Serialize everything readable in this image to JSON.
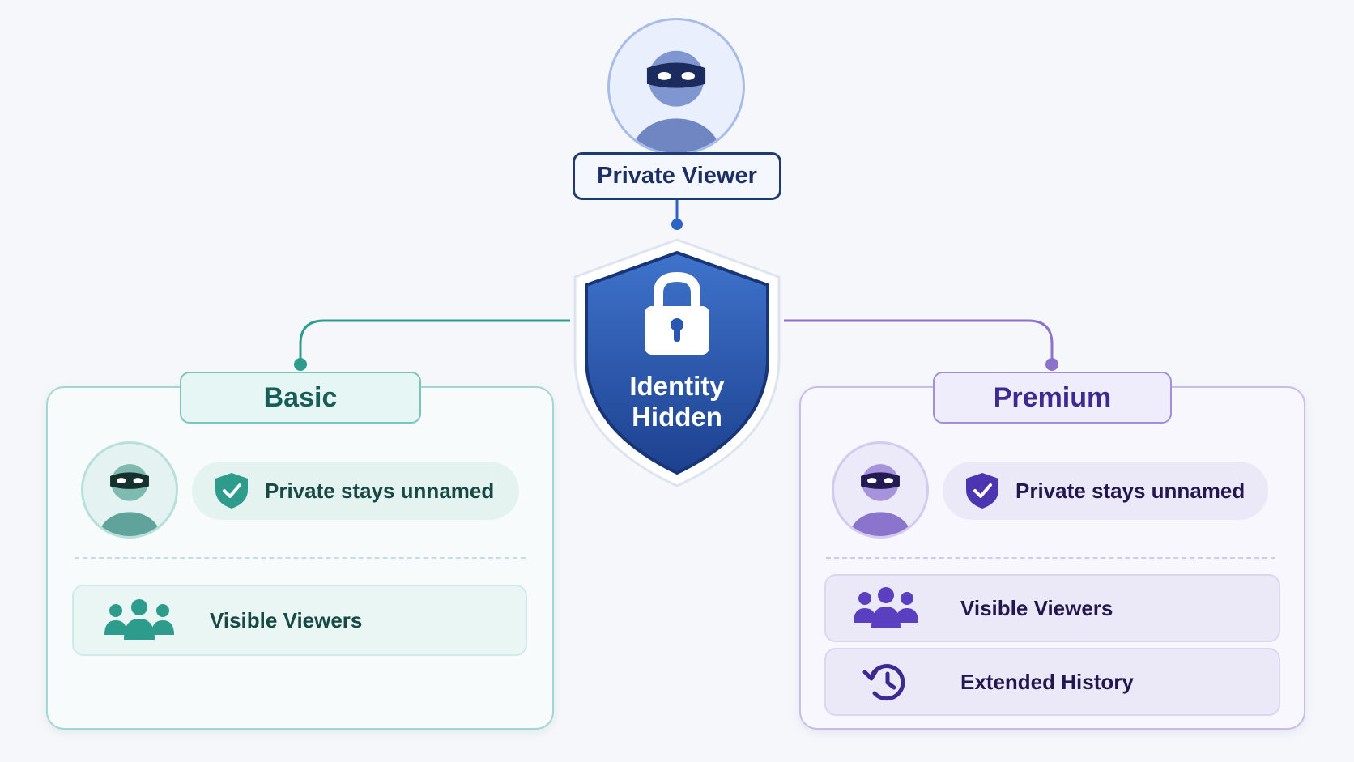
{
  "viewer": {
    "label": "Private Viewer",
    "icon": "masked-user-icon"
  },
  "shield": {
    "icon": "padlock-icon",
    "line1": "Identity",
    "line2": "Hidden"
  },
  "tiers": {
    "basic": {
      "title": "Basic",
      "accent": "#2e9c8d",
      "status_icon": "shield-check-icon",
      "status_text": "Private stays unnamed",
      "features": [
        {
          "icon": "group-icon",
          "label": "Visible Viewers"
        }
      ]
    },
    "premium": {
      "title": "Premium",
      "accent": "#6b4fc6",
      "status_icon": "shield-check-icon",
      "status_text": "Private stays unnamed",
      "features": [
        {
          "icon": "group-icon",
          "label": "Visible Viewers"
        },
        {
          "icon": "history-clock-icon",
          "label": "Extended History"
        }
      ]
    }
  },
  "colors": {
    "viewer_border": "#1e3a73",
    "shield_fill": "#2a58b0",
    "basic_line": "#2e9c8d",
    "premium_line": "#8c72cc"
  }
}
